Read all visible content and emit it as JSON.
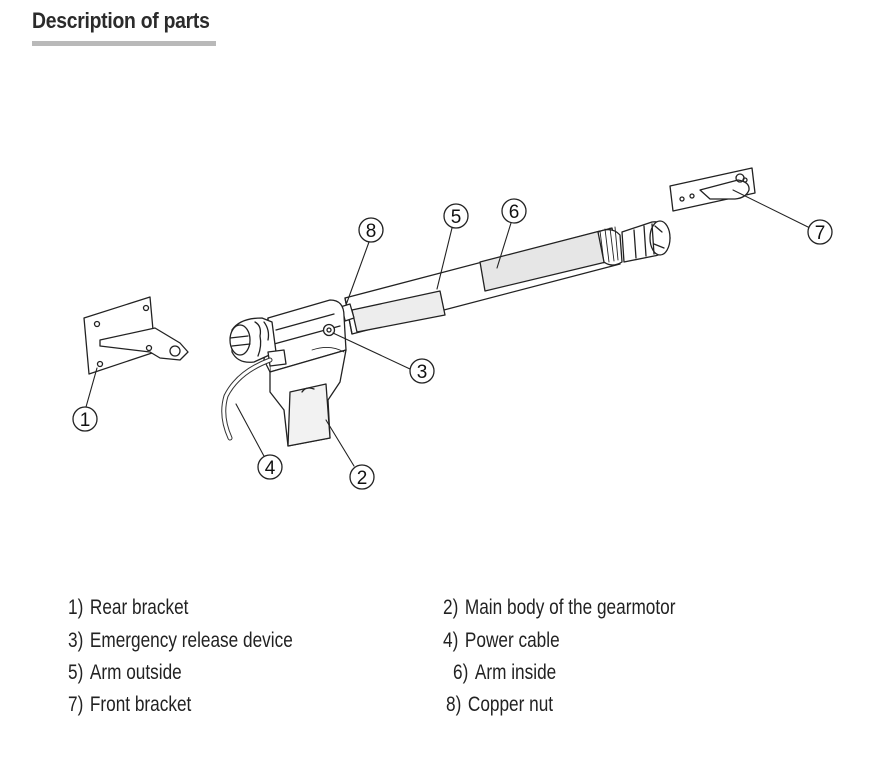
{
  "title": "Description of parts",
  "callouts": [
    "1",
    "2",
    "3",
    "4",
    "5",
    "6",
    "7",
    "8"
  ],
  "legend": [
    {
      "num": "1)",
      "label": "Rear bracket"
    },
    {
      "num": "2)",
      "label": "Main body of the gearmotor"
    },
    {
      "num": "3)",
      "label": "Emergency release device"
    },
    {
      "num": "4)",
      "label": "Power cable"
    },
    {
      "num": "5)",
      "label": "Arm outside"
    },
    {
      "num": "6)",
      "label": "Arm inside"
    },
    {
      "num": "7)",
      "label": "Front bracket"
    },
    {
      "num": "8)",
      "label": "Copper nut"
    }
  ]
}
